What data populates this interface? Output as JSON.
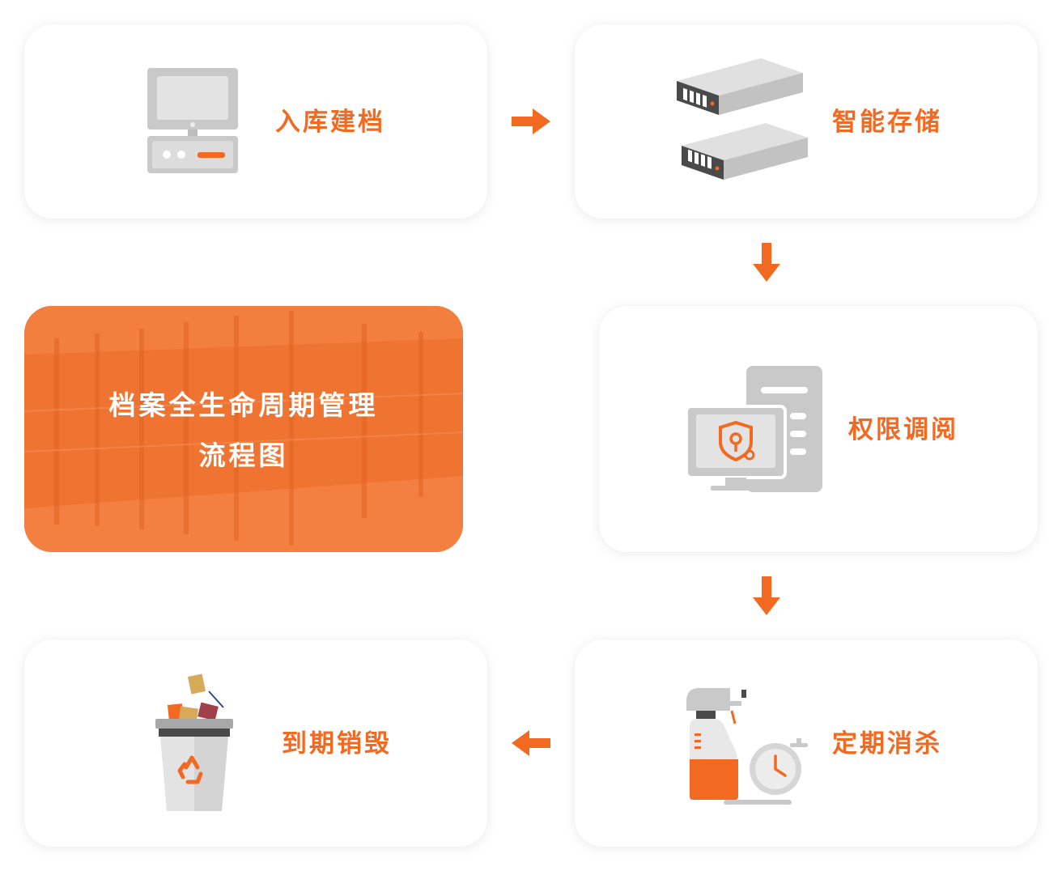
{
  "colors": {
    "accent": "#f26a21",
    "icon_gray": "#c9c9c9",
    "icon_dark": "#4a4a4a"
  },
  "hero": {
    "line1": "档案全生命周期管理",
    "line2": "流程图"
  },
  "steps": [
    {
      "label": "入库建档",
      "icon": "computer-icon"
    },
    {
      "label": "智能存储",
      "icon": "server-stack-icon"
    },
    {
      "label": "权限调阅",
      "icon": "security-monitor-icon"
    },
    {
      "label": "定期消杀",
      "icon": "disinfect-spray-timer-icon"
    },
    {
      "label": "到期销毁",
      "icon": "recycle-bin-icon"
    }
  ],
  "arrows": [
    "arrow-right-icon",
    "arrow-down-icon",
    "arrow-down-icon",
    "arrow-left-icon"
  ]
}
